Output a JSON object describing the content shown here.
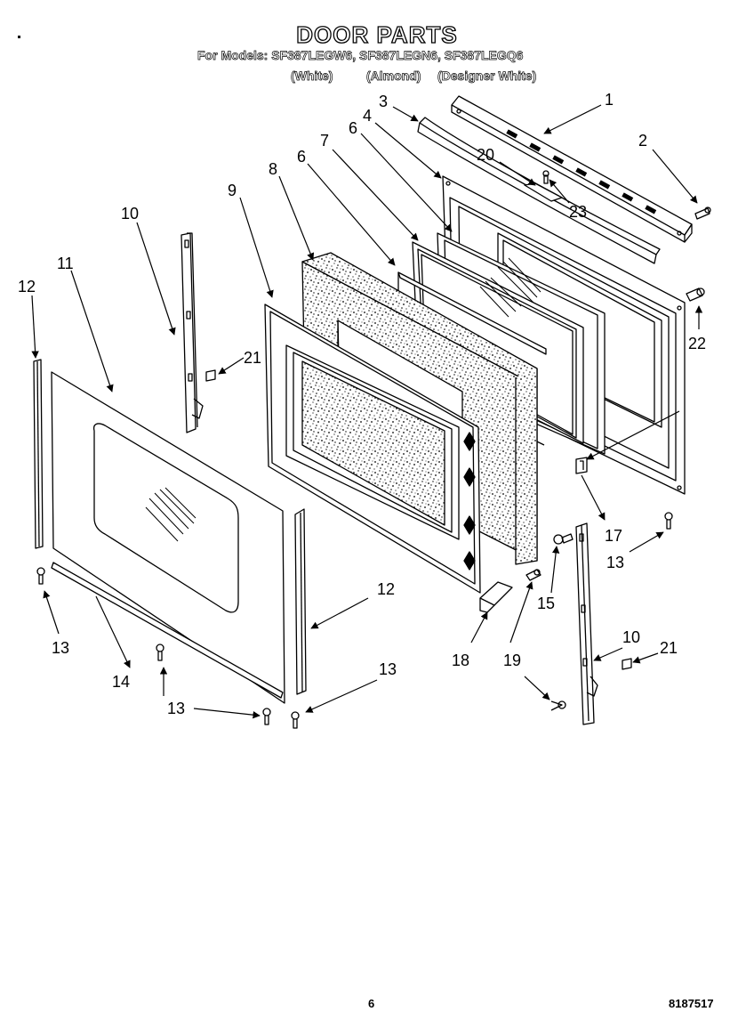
{
  "header": {
    "title": "DOOR PARTS",
    "models_line": "For Models: SF387LEGW6, SF387LEGN6, SF387LEGQ6",
    "colors": [
      "(White)",
      "(Almond)",
      "(Designer White)"
    ]
  },
  "footer": {
    "page_number": "6",
    "doc_number": "8187517"
  },
  "callouts": [
    {
      "id": "c1",
      "label": "1"
    },
    {
      "id": "c2",
      "label": "2"
    },
    {
      "id": "c3",
      "label": "3"
    },
    {
      "id": "c4",
      "label": "4"
    },
    {
      "id": "c6a",
      "label": "6"
    },
    {
      "id": "c6b",
      "label": "6"
    },
    {
      "id": "c7",
      "label": "7"
    },
    {
      "id": "c8",
      "label": "8"
    },
    {
      "id": "c9",
      "label": "9"
    },
    {
      "id": "c10a",
      "label": "10"
    },
    {
      "id": "c10b",
      "label": "10"
    },
    {
      "id": "c11",
      "label": "11"
    },
    {
      "id": "c12a",
      "label": "12"
    },
    {
      "id": "c12b",
      "label": "12"
    },
    {
      "id": "c13a",
      "label": "13"
    },
    {
      "id": "c13b",
      "label": "13"
    },
    {
      "id": "c13c",
      "label": "13"
    },
    {
      "id": "c13d",
      "label": "13"
    },
    {
      "id": "c14",
      "label": "14"
    },
    {
      "id": "c15",
      "label": "15"
    },
    {
      "id": "c17",
      "label": "17"
    },
    {
      "id": "c18",
      "label": "18"
    },
    {
      "id": "c19",
      "label": "19"
    },
    {
      "id": "c20",
      "label": "20"
    },
    {
      "id": "c21a",
      "label": "21"
    },
    {
      "id": "c21b",
      "label": "21"
    },
    {
      "id": "c22",
      "label": "22"
    },
    {
      "id": "c23",
      "label": "23"
    }
  ]
}
